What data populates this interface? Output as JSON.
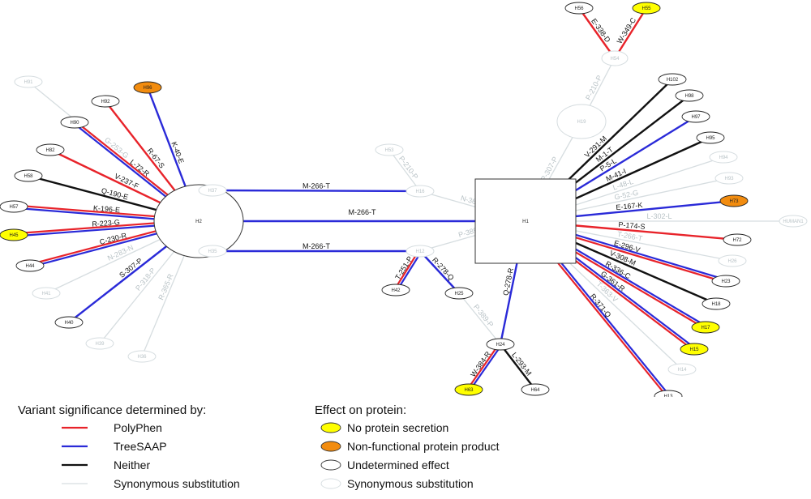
{
  "colors": {
    "polyphen": "#e8232a",
    "treesaap": "#2a2ad8",
    "neither": "#111111",
    "synonymous": "#d6dde0",
    "no_secretion": "#ffff00",
    "nonfunctional": "#f28c0f",
    "undetermined": "#ffffff"
  },
  "hubs": [
    {
      "id": "H2",
      "label": "H2"
    },
    {
      "id": "H1",
      "label": "H1"
    }
  ],
  "nodes": [
    {
      "id": "H91",
      "label": "H91",
      "effect": "synonymous"
    },
    {
      "id": "H96",
      "label": "H96",
      "effect": "nonfunctional"
    },
    {
      "id": "H92",
      "label": "H92",
      "effect": "undetermined"
    },
    {
      "id": "H90",
      "label": "H90",
      "effect": "undetermined"
    },
    {
      "id": "H82",
      "label": "H82",
      "effect": "undetermined"
    },
    {
      "id": "H58",
      "label": "H58",
      "effect": "undetermined"
    },
    {
      "id": "H57",
      "label": "H57",
      "effect": "undetermined"
    },
    {
      "id": "H45",
      "label": "H45",
      "effect": "no_secretion"
    },
    {
      "id": "H44",
      "label": "H44",
      "effect": "undetermined"
    },
    {
      "id": "H41",
      "label": "H41",
      "effect": "synonymous"
    },
    {
      "id": "H40",
      "label": "H40",
      "effect": "undetermined"
    },
    {
      "id": "H39",
      "label": "H39",
      "effect": "synonymous"
    },
    {
      "id": "H36",
      "label": "H36",
      "effect": "synonymous"
    },
    {
      "id": "H37",
      "label": "H37",
      "effect": "synonymous"
    },
    {
      "id": "H35",
      "label": "H35",
      "effect": "synonymous"
    },
    {
      "id": "H53",
      "label": "H53",
      "effect": "synonymous"
    },
    {
      "id": "H16",
      "label": "H16",
      "effect": "synonymous"
    },
    {
      "id": "H12",
      "label": "H12",
      "effect": "synonymous"
    },
    {
      "id": "H42",
      "label": "H42",
      "effect": "undetermined"
    },
    {
      "id": "H25",
      "label": "H25",
      "effect": "undetermined"
    },
    {
      "id": "H24",
      "label": "H24",
      "effect": "undetermined"
    },
    {
      "id": "H63",
      "label": "H63",
      "effect": "no_secretion"
    },
    {
      "id": "H64",
      "label": "H64",
      "effect": "undetermined"
    },
    {
      "id": "H56",
      "label": "H56",
      "effect": "undetermined"
    },
    {
      "id": "H55",
      "label": "H55",
      "effect": "no_secretion"
    },
    {
      "id": "H54",
      "label": "H54",
      "effect": "synonymous"
    },
    {
      "id": "H19",
      "label": "H19",
      "effect": "synonymous"
    },
    {
      "id": "H102",
      "label": "H102",
      "effect": "undetermined"
    },
    {
      "id": "H98",
      "label": "H98",
      "effect": "undetermined"
    },
    {
      "id": "H97",
      "label": "H97",
      "effect": "undetermined"
    },
    {
      "id": "H95",
      "label": "H95",
      "effect": "undetermined"
    },
    {
      "id": "H94",
      "label": "H94",
      "effect": "synonymous"
    },
    {
      "id": "H93",
      "label": "H93",
      "effect": "synonymous"
    },
    {
      "id": "H73",
      "label": "H73",
      "effect": "nonfunctional"
    },
    {
      "id": "HUMAN1",
      "label": "HUMAN1",
      "effect": "synonymous"
    },
    {
      "id": "H72",
      "label": "H72",
      "effect": "undetermined"
    },
    {
      "id": "H26",
      "label": "H26",
      "effect": "synonymous"
    },
    {
      "id": "H23",
      "label": "H23",
      "effect": "undetermined"
    },
    {
      "id": "H18",
      "label": "H18",
      "effect": "undetermined"
    },
    {
      "id": "H17",
      "label": "H17",
      "effect": "no_secretion"
    },
    {
      "id": "H15",
      "label": "H15",
      "effect": "no_secretion"
    },
    {
      "id": "H14",
      "label": "H14",
      "effect": "synonymous"
    },
    {
      "id": "H13",
      "label": "H13",
      "effect": "undetermined"
    }
  ],
  "edges": [
    {
      "from": "H2",
      "to": "H91",
      "label": "G-253-G",
      "type": "synonymous"
    },
    {
      "from": "H2",
      "to": "H96",
      "label": "K-40-E",
      "type": "treesaap"
    },
    {
      "from": "H2",
      "to": "H92",
      "label": "R-67-S",
      "type": "polyphen"
    },
    {
      "from": "H2",
      "to": "H90",
      "label": "L-72-R",
      "type": "both"
    },
    {
      "from": "H2",
      "to": "H82",
      "label": "V-237-F",
      "type": "polyphen"
    },
    {
      "from": "H2",
      "to": "H58",
      "label": "Q-190-E",
      "type": "neither"
    },
    {
      "from": "H2",
      "to": "H57",
      "label": "K-196-E",
      "type": "both"
    },
    {
      "from": "H2",
      "to": "H45",
      "label": "R-223-G",
      "type": "both"
    },
    {
      "from": "H2",
      "to": "H44",
      "label": "C-230-R",
      "type": "both"
    },
    {
      "from": "H2",
      "to": "H41",
      "label": "N-283-N",
      "type": "synonymous"
    },
    {
      "from": "H2",
      "to": "H40",
      "label": "S-307-P",
      "type": "treesaap"
    },
    {
      "from": "H2",
      "to": "H39",
      "label": "P-318-P",
      "type": "synonymous"
    },
    {
      "from": "H2",
      "to": "H36",
      "label": "R-365-R",
      "type": "synonymous"
    },
    {
      "from": "H2",
      "to": "H37",
      "label": "N-360-N",
      "type": "synonymous"
    },
    {
      "from": "H2",
      "to": "H1",
      "label": "M-266-T",
      "type": "treesaap"
    },
    {
      "from": "H2",
      "to": "H35",
      "label": "P-389-P",
      "type": "synonymous"
    },
    {
      "from": "H37",
      "to": "H16",
      "label": "M-266-T",
      "type": "treesaap"
    },
    {
      "from": "H16",
      "to": "H1",
      "label": "N-360-N",
      "type": "synonymous"
    },
    {
      "from": "H53",
      "to": "H16",
      "label": "P-210-P",
      "type": "synonymous"
    },
    {
      "from": "H35",
      "to": "H12",
      "label": "M-266-T",
      "type": "treesaap"
    },
    {
      "from": "H12",
      "to": "H1",
      "label": "P-389-P",
      "type": "synonymous"
    },
    {
      "from": "H12",
      "to": "H42",
      "label": "T-251-P",
      "type": "both"
    },
    {
      "from": "H12",
      "to": "H25",
      "label": "R-278-Q",
      "type": "treesaap"
    },
    {
      "from": "H25",
      "to": "H24",
      "label": "P-389-P",
      "type": "synonymous"
    },
    {
      "from": "H1",
      "to": "H24",
      "label": "Q-278-R",
      "type": "treesaap"
    },
    {
      "from": "H24",
      "to": "H63",
      "label": "W-384-R",
      "type": "both"
    },
    {
      "from": "H24",
      "to": "H64",
      "label": "L-293-M",
      "type": "neither"
    },
    {
      "from": "H1",
      "to": "H19",
      "label": "P-307-P",
      "type": "synonymous"
    },
    {
      "from": "H19",
      "to": "H54",
      "label": "P-210-P",
      "type": "synonymous"
    },
    {
      "from": "H54",
      "to": "H56",
      "label": "E-338-D",
      "type": "polyphen"
    },
    {
      "from": "H54",
      "to": "H55",
      "label": "W-349-C",
      "type": "polyphen"
    },
    {
      "from": "H1",
      "to": "H102",
      "label": "V-291-M",
      "type": "neither"
    },
    {
      "from": "H1",
      "to": "H98",
      "label": "M-1-T",
      "type": "neither"
    },
    {
      "from": "H1",
      "to": "H97",
      "label": "P-5-L",
      "type": "treesaap"
    },
    {
      "from": "H1",
      "to": "H95",
      "label": "M-41-I",
      "type": "neither"
    },
    {
      "from": "H1",
      "to": "H94",
      "label": "L-48-L",
      "type": "synonymous"
    },
    {
      "from": "H1",
      "to": "H93",
      "label": "G-52-G",
      "type": "synonymous"
    },
    {
      "from": "H1",
      "to": "H73",
      "label": "E-167-K",
      "type": "treesaap"
    },
    {
      "from": "H1",
      "to": "HUMAN1",
      "label": "L-302-L",
      "type": "synonymous"
    },
    {
      "from": "H1",
      "to": "H72",
      "label": "P-174-S",
      "type": "polyphen"
    },
    {
      "from": "H1",
      "to": "H26",
      "label": "T-266-T",
      "type": "synonymous"
    },
    {
      "from": "H1",
      "to": "H23",
      "label": "E-296-V",
      "type": "both"
    },
    {
      "from": "H1",
      "to": "H18",
      "label": "V-308-M",
      "type": "neither"
    },
    {
      "from": "H1",
      "to": "H17",
      "label": "R-336-C",
      "type": "both"
    },
    {
      "from": "H1",
      "to": "H15",
      "label": "G-361-R",
      "type": "both"
    },
    {
      "from": "H1",
      "to": "H14",
      "label": "T-363-V",
      "type": "synonymous"
    },
    {
      "from": "H1",
      "to": "H13",
      "label": "R-371-Q",
      "type": "both"
    }
  ],
  "legend": {
    "significance_title": "Variant significance determined by:",
    "significance_items": [
      {
        "key": "polyphen",
        "label": "PolyPhen"
      },
      {
        "key": "treesaap",
        "label": "TreeSAAP"
      },
      {
        "key": "neither",
        "label": "Neither"
      },
      {
        "key": "synonymous",
        "label": "Synonymous substitution"
      }
    ],
    "effect_title": "Effect on protein:",
    "effect_items": [
      {
        "key": "no_secretion",
        "label": "No protein secretion"
      },
      {
        "key": "nonfunctional",
        "label": "Non-functional protein product"
      },
      {
        "key": "undetermined",
        "label": "Undetermined effect"
      },
      {
        "key": "synonymous",
        "label": "Synonymous substitution"
      }
    ]
  }
}
